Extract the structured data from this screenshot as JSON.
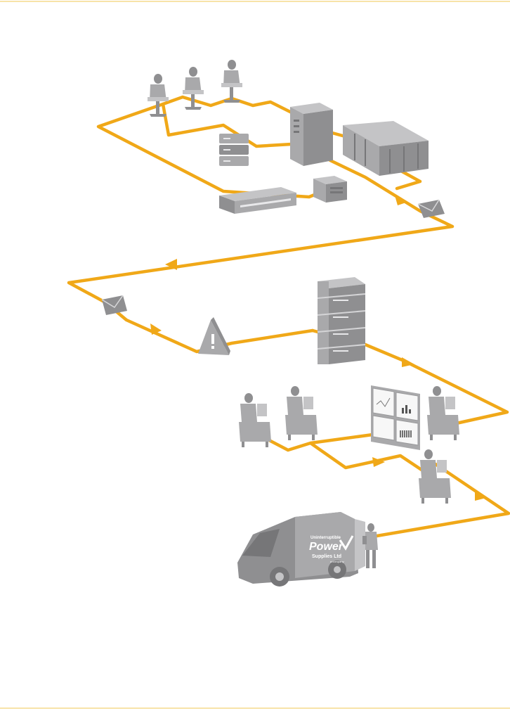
{
  "van": {
    "brand_top": "Uninterruptible",
    "brand_main": "Power",
    "brand_sub": "Supplies Ltd",
    "brand_tag": "a company"
  },
  "icons": [
    "operator-icon",
    "server-tower-icon",
    "storage-array-icon",
    "disk-stack-icon",
    "network-switch-icon",
    "ups-unit-icon",
    "email-envelope-icon",
    "warning-triangle-icon",
    "server-rack-icon",
    "monitoring-screens-icon",
    "delivery-van-icon",
    "engineer-icon"
  ],
  "colors": {
    "flow_line": "#f0a818",
    "equipment": "#a9a9ab",
    "rule": "#f7e3a8"
  }
}
